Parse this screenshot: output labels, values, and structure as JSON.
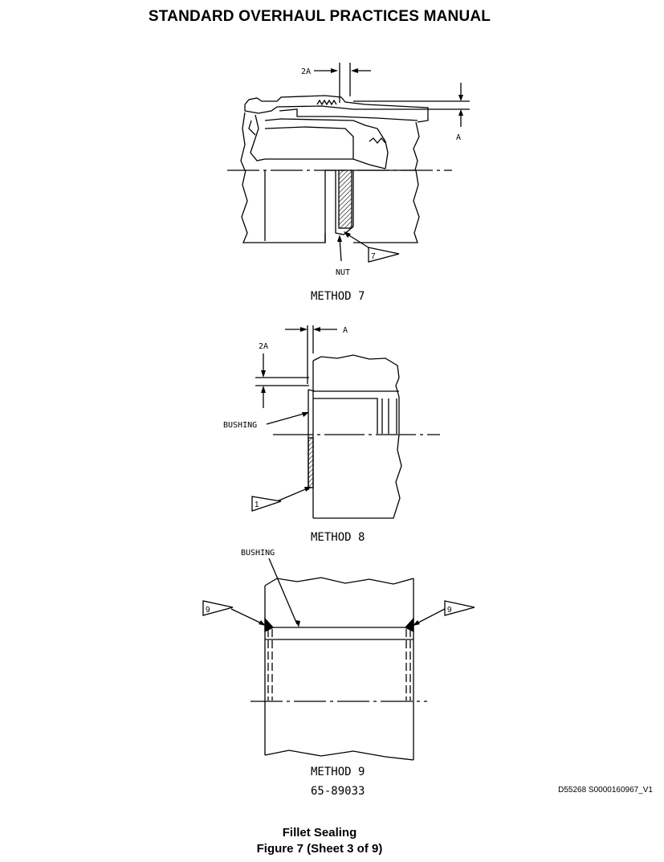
{
  "header": {
    "title": "STANDARD OVERHAUL PRACTICES MANUAL"
  },
  "method7": {
    "dim_2a": "2A",
    "dim_a": "A",
    "nut_label": "NUT",
    "callout": "7",
    "title": "METHOD 7"
  },
  "method8": {
    "dim_a": "A",
    "dim_2a": "2A",
    "bushing_label": "BUSHING",
    "callout": "1",
    "title": "METHOD 8"
  },
  "method9": {
    "bushing_label": "BUSHING",
    "callout_left": "9",
    "callout_right": "9",
    "title": "METHOD 9",
    "drawing_number": "65-89033"
  },
  "document_id": "D55268 S0000160967_V1",
  "caption": {
    "line1": "Fillet Sealing",
    "line2": "Figure 7  (Sheet 3 of 9)"
  }
}
